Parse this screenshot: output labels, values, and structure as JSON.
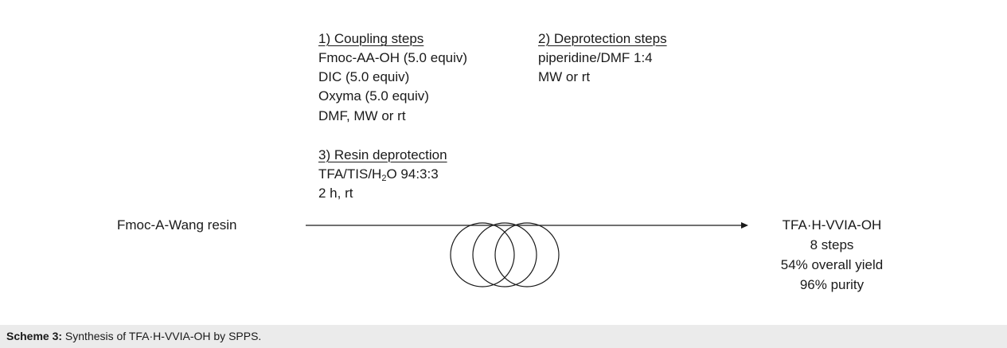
{
  "scheme": {
    "step1": {
      "heading": "1) Coupling steps",
      "lines": [
        "Fmoc-AA-OH (5.0 equiv)",
        "DIC (5.0 equiv)",
        "Oxyma (5.0 equiv)",
        "DMF, MW or rt"
      ]
    },
    "step2": {
      "heading": "2) Deprotection steps",
      "lines": [
        "piperidine/DMF 1:4",
        "MW or rt"
      ]
    },
    "step3": {
      "heading": "3) Resin deprotection",
      "reagent_prefix": "TFA/TIS/H",
      "reagent_sub": "2",
      "reagent_suffix": "O 94:3:3",
      "conditions": "2 h, rt"
    },
    "starting_material": "Fmoc-A-Wang resin",
    "product": {
      "name": "TFA·H-VVIA-OH",
      "steps": "8 steps",
      "yield": "54% overall yield",
      "purity": "96% purity"
    }
  },
  "caption": {
    "label": "Scheme 3:",
    "text": " Synthesis of TFA·H-VVIA-OH by SPPS."
  }
}
